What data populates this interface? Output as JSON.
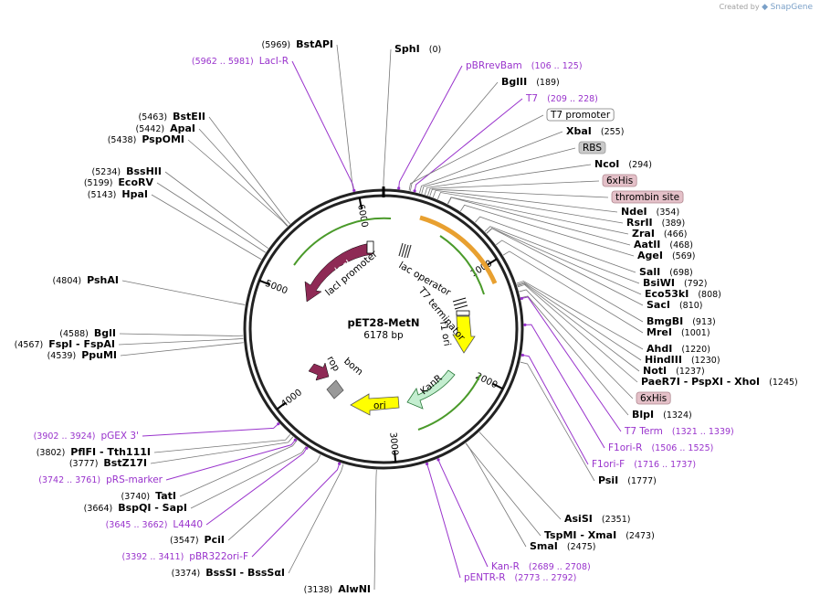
{
  "brand": {
    "created_by": "Created by",
    "name": "SnapGene",
    "icon": "snapgene-logo-icon"
  },
  "plasmid": {
    "name": "pET28-MetN",
    "length_label": "6178 bp",
    "length": 6178
  },
  "ticks": [
    "1000",
    "2000",
    "3000",
    "4000",
    "5000",
    "6000"
  ],
  "colors": {
    "primer": "#9933cc",
    "lacI": "#8e2a55",
    "rop": "#8e2a55",
    "ori": "#ffff00",
    "kanR": "#c4eed0",
    "f1ori": "#ffff00",
    "bom": "#999999",
    "t7": "#e8a030",
    "operator": "#555555"
  },
  "features": [
    {
      "name": "lacI",
      "type": "cds",
      "color": "#8e2a55"
    },
    {
      "name": "lacI promoter",
      "type": "promoter"
    },
    {
      "name": "lac operator",
      "type": "protein_bind"
    },
    {
      "name": "T7 terminator",
      "type": "terminator"
    },
    {
      "name": "f1 ori",
      "type": "rep_origin",
      "color": "#ffff00"
    },
    {
      "name": "KanR",
      "type": "cds",
      "color": "#c4eed0"
    },
    {
      "name": "ori",
      "type": "rep_origin",
      "color": "#ffff00"
    },
    {
      "name": "bom",
      "type": "misc"
    },
    {
      "name": "rop",
      "type": "cds",
      "color": "#8e2a55"
    }
  ],
  "right_labels": [
    {
      "name": "SphI",
      "pos": "(0)",
      "kind": "site"
    },
    {
      "name": "pBRrevBam",
      "pos": "(106 .. 125)",
      "kind": "primer"
    },
    {
      "name": "BglII",
      "pos": "(189)",
      "kind": "site"
    },
    {
      "name": "T7",
      "pos": "(209 .. 228)",
      "kind": "primer"
    },
    {
      "name": "T7 promoter",
      "pos": "",
      "kind": "box-white"
    },
    {
      "name": "XbaI",
      "pos": "(255)",
      "kind": "site"
    },
    {
      "name": "RBS",
      "pos": "",
      "kind": "box-gray"
    },
    {
      "name": "NcoI",
      "pos": "(294)",
      "kind": "site"
    },
    {
      "name": "6xHis",
      "pos": "",
      "kind": "box-pink"
    },
    {
      "name": "thrombin site",
      "pos": "",
      "kind": "box-pink"
    },
    {
      "name": "NdeI",
      "pos": "(354)",
      "kind": "site"
    },
    {
      "name": "RsrII",
      "pos": "(389)",
      "kind": "site"
    },
    {
      "name": "ZraI",
      "pos": "(466)",
      "kind": "site"
    },
    {
      "name": "AatII",
      "pos": "(468)",
      "kind": "site"
    },
    {
      "name": "AgeI",
      "pos": "(569)",
      "kind": "site"
    },
    {
      "name": "SalI",
      "pos": "(698)",
      "kind": "site"
    },
    {
      "name": "BsiWI",
      "pos": "(792)",
      "kind": "site"
    },
    {
      "name": "Eco53kI",
      "pos": "(808)",
      "kind": "site"
    },
    {
      "name": "SacI",
      "pos": "(810)",
      "kind": "site"
    },
    {
      "name": "BmgBI",
      "pos": "(913)",
      "kind": "site"
    },
    {
      "name": "MreI",
      "pos": "(1001)",
      "kind": "site"
    },
    {
      "name": "AhdI",
      "pos": "(1220)",
      "kind": "site"
    },
    {
      "name": "HindIII",
      "pos": "(1230)",
      "kind": "site"
    },
    {
      "name": "NotI",
      "pos": "(1237)",
      "kind": "site"
    },
    {
      "name": "PaeR7I - PspXI - XhoI",
      "pos": "(1245)",
      "kind": "site"
    },
    {
      "name": "6xHis",
      "pos": "",
      "kind": "box-pink"
    },
    {
      "name": "BlpI",
      "pos": "(1324)",
      "kind": "site"
    },
    {
      "name": "T7 Term",
      "pos": "(1321 .. 1339)",
      "kind": "primer"
    },
    {
      "name": "F1ori-R",
      "pos": "(1506 .. 1525)",
      "kind": "primer"
    },
    {
      "name": "F1ori-F",
      "pos": "(1716 .. 1737)",
      "kind": "primer"
    },
    {
      "name": "PsiI",
      "pos": "(1777)",
      "kind": "site"
    },
    {
      "name": "AsiSI",
      "pos": "(2351)",
      "kind": "site"
    },
    {
      "name": "TspMI - XmaI",
      "pos": "(2473)",
      "kind": "site"
    },
    {
      "name": "SmaI",
      "pos": "(2475)",
      "kind": "site"
    },
    {
      "name": "Kan-R",
      "pos": "(2689 .. 2708)",
      "kind": "primer"
    },
    {
      "name": "pENTR-R",
      "pos": "(2773 .. 2792)",
      "kind": "primer"
    }
  ],
  "left_labels": [
    {
      "name": "BstAPI",
      "pos": "(5969)",
      "kind": "site"
    },
    {
      "name": "LacI-R",
      "pos": "(5962 .. 5981)",
      "kind": "primer"
    },
    {
      "name": "BstEII",
      "pos": "(5463)",
      "kind": "site"
    },
    {
      "name": "ApaI",
      "pos": "(5442)",
      "kind": "site"
    },
    {
      "name": "PspOMI",
      "pos": "(5438)",
      "kind": "site"
    },
    {
      "name": "BssHII",
      "pos": "(5234)",
      "kind": "site"
    },
    {
      "name": "EcoRV",
      "pos": "(5199)",
      "kind": "site"
    },
    {
      "name": "HpaI",
      "pos": "(5143)",
      "kind": "site"
    },
    {
      "name": "PshAI",
      "pos": "(4804)",
      "kind": "site"
    },
    {
      "name": "BglI",
      "pos": "(4588)",
      "kind": "site"
    },
    {
      "name": "FspI - FspAI",
      "pos": "(4567)",
      "kind": "site"
    },
    {
      "name": "PpuMI",
      "pos": "(4539)",
      "kind": "site"
    },
    {
      "name": "pGEX 3'",
      "pos": "(3902 .. 3924)",
      "kind": "primer"
    },
    {
      "name": "PflFI - Tth111I",
      "pos": "(3802)",
      "kind": "site"
    },
    {
      "name": "BstZ17I",
      "pos": "(3777)",
      "kind": "site"
    },
    {
      "name": "pRS-marker",
      "pos": "(3742 .. 3761)",
      "kind": "primer"
    },
    {
      "name": "TatI",
      "pos": "(3740)",
      "kind": "site"
    },
    {
      "name": "BspQI - SapI",
      "pos": "(3664)",
      "kind": "site"
    },
    {
      "name": "L4440",
      "pos": "(3645 .. 3662)",
      "kind": "primer"
    },
    {
      "name": "PciI",
      "pos": "(3547)",
      "kind": "site"
    },
    {
      "name": "pBR322ori-F",
      "pos": "(3392 .. 3411)",
      "kind": "primer"
    },
    {
      "name": "BssSI - BssSαI",
      "pos": "(3374)",
      "kind": "site"
    },
    {
      "name": "AlwNI",
      "pos": "(3138)",
      "kind": "site"
    }
  ]
}
